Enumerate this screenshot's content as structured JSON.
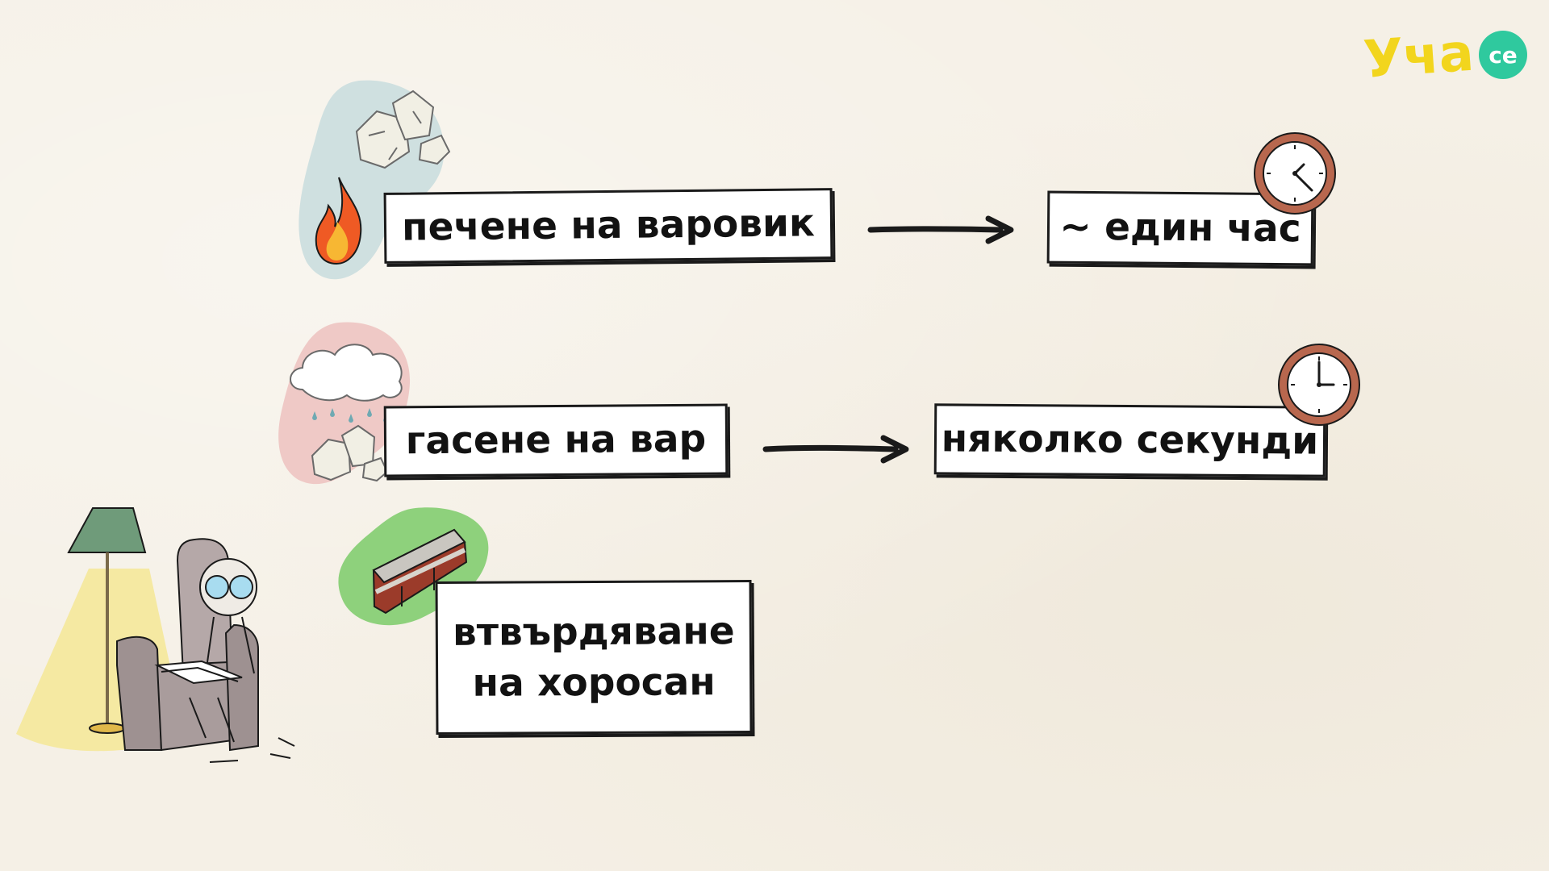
{
  "logo": {
    "text": "Уча",
    "badge": "се",
    "color_main": "#f2d51d",
    "color_badge": "#2fc99e"
  },
  "rows": [
    {
      "process": "печене на варовик",
      "duration": "~ един час",
      "icons": [
        "limestone-rocks-icon",
        "fire-icon",
        "clock-icon"
      ]
    },
    {
      "process": "гасене на вар",
      "duration": "няколко секунди",
      "icons": [
        "rain-cloud-icon",
        "lime-rocks-icon",
        "clock-icon"
      ]
    },
    {
      "process_line1": "втвърдяване",
      "process_line2": "на хоросан",
      "icons": [
        "brick-mortar-icon"
      ]
    }
  ],
  "illustration": "person-reading-in-armchair-under-lamp",
  "colors": {
    "ink": "#1a1a1a",
    "paper": "#f5f0e6",
    "blob_blue": "#cfe0e0",
    "blob_pink": "#efc9c6",
    "blob_green": "#8ed17c",
    "lamp_light": "#f5e89a",
    "clock_rim": "#b8674e"
  }
}
